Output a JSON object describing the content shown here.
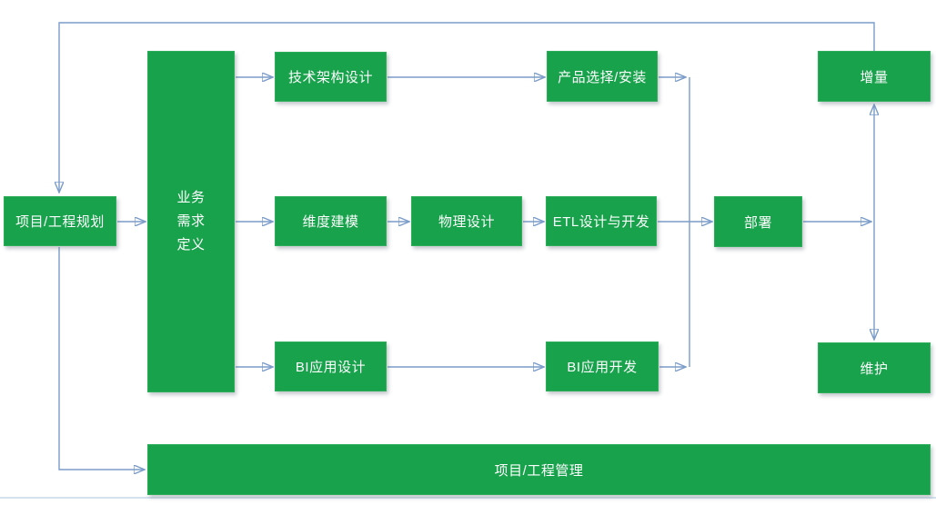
{
  "diagram": {
    "colors": {
      "node_fill": "#17a24b",
      "node_text": "#ffffff",
      "connector_line": "#7b9cc9",
      "arrowhead": "#4d7ec3"
    },
    "nodes": {
      "planning": {
        "label": "项目/工程规划"
      },
      "requirements": {
        "label": "业务需求定义",
        "lines": [
          "业务",
          "需求",
          "定义"
        ]
      },
      "tech_architecture": {
        "label": "技术架构设计"
      },
      "product_selection": {
        "label": "产品选择/安装"
      },
      "dimensional_modeling": {
        "label": "维度建模"
      },
      "physical_design": {
        "label": "物理设计"
      },
      "etl_development": {
        "label": "ETL设计与开发"
      },
      "deployment": {
        "label": "部署"
      },
      "bi_app_design": {
        "label": "BI应用设计"
      },
      "bi_app_development": {
        "label": "BI应用开发"
      },
      "increment": {
        "label": "增量"
      },
      "maintenance": {
        "label": "维护"
      },
      "project_management": {
        "label": "项目/工程管理"
      }
    },
    "edges": [
      {
        "from": "项目/工程规划",
        "to": "业务需求定义"
      },
      {
        "from": "业务需求定义",
        "to": "技术架构设计"
      },
      {
        "from": "业务需求定义",
        "to": "维度建模"
      },
      {
        "from": "业务需求定义",
        "to": "BI应用设计"
      },
      {
        "from": "技术架构设计",
        "to": "产品选择/安装"
      },
      {
        "from": "维度建模",
        "to": "物理设计"
      },
      {
        "from": "物理设计",
        "to": "ETL设计与开发"
      },
      {
        "from": "产品选择/安装",
        "to": "部署"
      },
      {
        "from": "ETL设计与开发",
        "to": "部署"
      },
      {
        "from": "BI应用设计",
        "to": "BI应用开发"
      },
      {
        "from": "BI应用开发",
        "to": "部署"
      },
      {
        "from": "部署",
        "to": "增量"
      },
      {
        "from": "部署",
        "to": "维护"
      },
      {
        "from": "增量",
        "to": "项目/工程规划"
      },
      {
        "from": "项目/工程规划",
        "to": "项目/工程管理"
      }
    ]
  }
}
